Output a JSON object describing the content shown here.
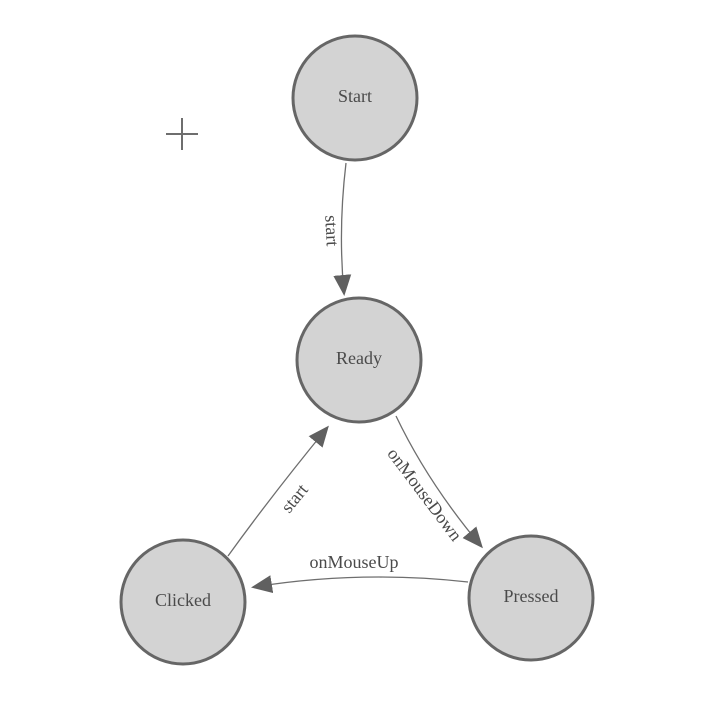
{
  "canvas": {
    "background": "#ffffff"
  },
  "colors": {
    "node_fill": "#d3d3d3",
    "node_border": "#666666",
    "edge_line": "#6e6e6e",
    "arrow_fill": "#606060",
    "text": "#4a4a4a"
  },
  "nodes": [
    {
      "id": "start",
      "label": "Start"
    },
    {
      "id": "ready",
      "label": "Ready"
    },
    {
      "id": "clicked",
      "label": "Clicked"
    },
    {
      "id": "pressed",
      "label": "Pressed"
    }
  ],
  "edges": [
    {
      "from": "Start",
      "to": "Ready",
      "label": "start"
    },
    {
      "from": "Ready",
      "to": "Pressed",
      "label": "onMouseDown"
    },
    {
      "from": "Pressed",
      "to": "Clicked",
      "label": "onMouseUp"
    },
    {
      "from": "Clicked",
      "to": "Ready",
      "label": "start"
    }
  ],
  "cursor": {
    "glyph": "+",
    "name": "crosshair"
  }
}
